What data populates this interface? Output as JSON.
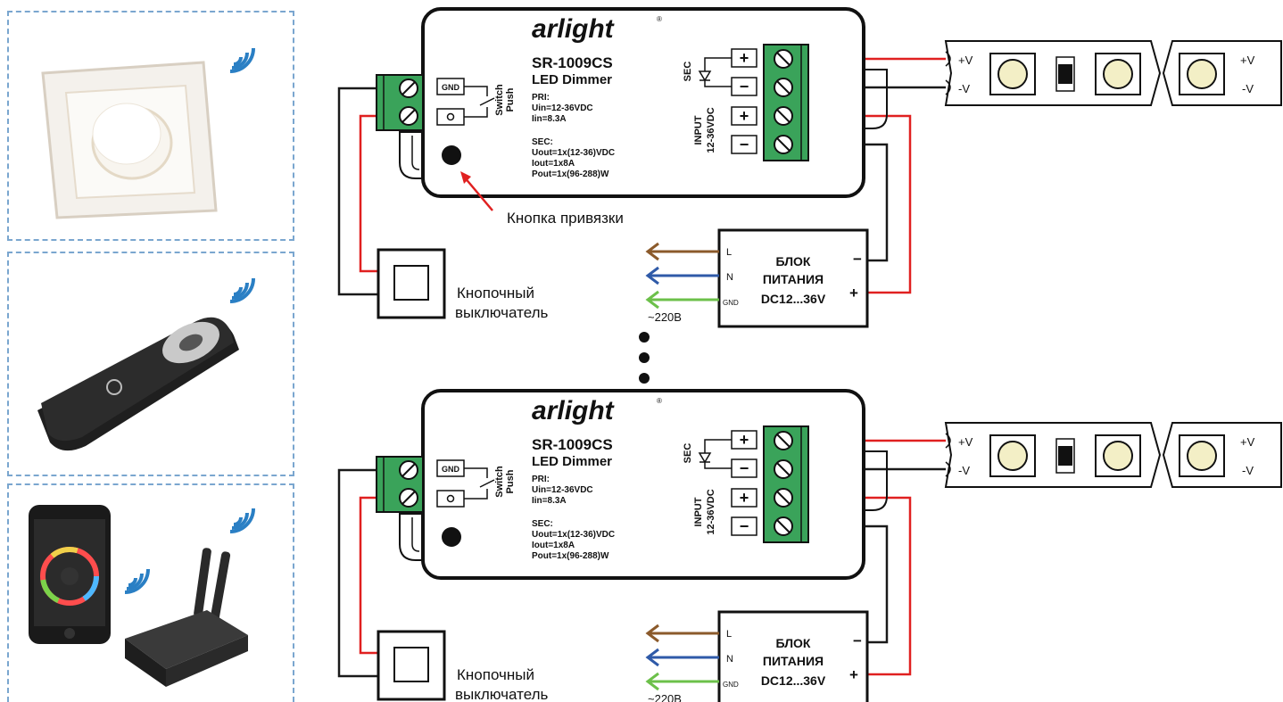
{
  "controller": {
    "brand": "arlight",
    "model": "SR-1009CS",
    "type": "LED Dimmer",
    "pri_header": "PRI:",
    "pri_uin": "Uin=12-36VDC",
    "pri_iin": "Iin=8.3A",
    "sec_header": "SEC:",
    "sec_uout": "Uout=1x(12-36)VDC",
    "sec_iout": "Iout=1x8A",
    "sec_pout": "Pout=1x(96-288)W",
    "gnd_label": "GND",
    "push_label": "Push",
    "switch_label": "Switch",
    "sec_terminal_label": "SEC",
    "input_label": "INPUT",
    "input_voltage": "12-36VDC",
    "plus": "+",
    "minus": "−"
  },
  "annotations": {
    "pairing_button": "Кнопка привязки",
    "push_button_line1": "Кнопочный",
    "push_button_line2": "выключатель",
    "mains": "~220В"
  },
  "power_supply": {
    "title_line1": "БЛОК",
    "title_line2": "ПИТАНИЯ",
    "title_line3": "DC12...36V",
    "L": "L",
    "N": "N",
    "GND": "GND",
    "minus": "−",
    "plus": "+"
  },
  "led_strip": {
    "plus_v": "+V",
    "minus_v": "-V"
  },
  "colors": {
    "wire_red": "#e02020",
    "wire_black": "#1a1a1a",
    "terminal_green": "#3aa35a",
    "arrow_brown": "#8b5a2b",
    "arrow_blue": "#2f5aa8",
    "arrow_green": "#6cc04a",
    "panel_border": "#7aa6cf",
    "wifi_blue": "#2a7fc4",
    "led_fill": "#f3efc6"
  }
}
